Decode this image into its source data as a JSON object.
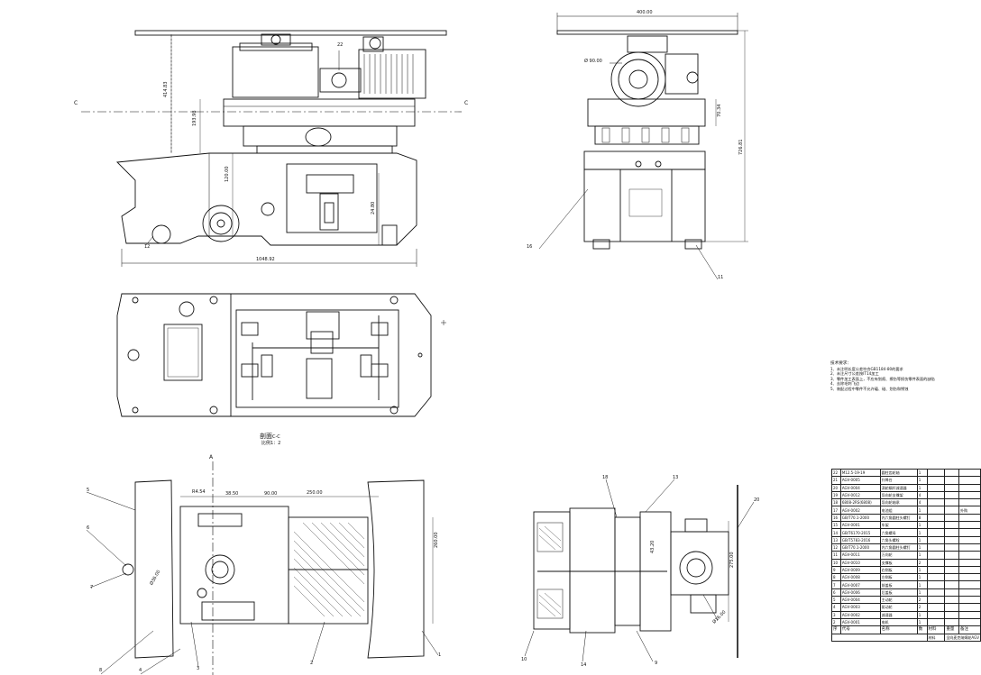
{
  "sheet": {
    "section_cut_label": "C",
    "section_title": "剖面",
    "section_title_suffix": "C-C",
    "section_scale": "比例1：2"
  },
  "dims_front": {
    "overall_length": "1048.92",
    "height_top": "414.83",
    "height_mid": "193.98",
    "height_low": "120.00",
    "offset": "24.80",
    "balloon_a": "22",
    "balloon_b": "12"
  },
  "dims_side": {
    "top_width": "400.00",
    "motor_dia": "Ø 90.00",
    "height_upper": "70.34",
    "height_total": "726.81",
    "balloon_left": "16",
    "balloon_right": "11"
  },
  "dims_bottom": {
    "section_mark": "A",
    "d1": "R4.54",
    "d2": "38.50",
    "d3": "90.00",
    "d4": "250.00",
    "d5": "260.00",
    "d6": "Ø36.00",
    "leaders": [
      "5",
      "6",
      "7",
      "8",
      "4",
      "3",
      "2",
      "1"
    ]
  },
  "dims_detail": {
    "d1": "43.20",
    "d2": "275.00",
    "d3": "Ø16.00",
    "balloons": [
      "18",
      "13",
      "10",
      "14",
      "9",
      "20"
    ]
  },
  "notes": {
    "title": "技术要求：",
    "items": [
      "1、未注明长度公差符合GB1184-80的要求",
      "2、未注尺寸公差按IT14加工",
      "3、零件加工表面上，不应有划痕、擦伤等损伤零件表面的缺陷",
      "4、去除毛刺飞边",
      "5、装配过程中零件不允许磕、碰、划伤和锈蚀"
    ]
  },
  "bom": {
    "rows": [
      [
        "22",
        "M12.5-19-19",
        "圆柱齿轮轴",
        "1",
        ""
      ],
      [
        "21",
        "AGV-0005",
        "升降台",
        "1",
        ""
      ],
      [
        "20",
        "AGV-0004",
        "涡轮蜗杆减速器",
        "1",
        ""
      ],
      [
        "19",
        "AGV-0012",
        "导向轮支撑架",
        "4",
        ""
      ],
      [
        "18",
        "6808-2RS(6808)",
        "导向轮轴承",
        "4",
        ""
      ],
      [
        "17",
        "AGV-0002",
        "电池组",
        "1",
        "外购"
      ],
      [
        "16",
        "GB/T70.1-2000",
        "内六角圆柱头螺钉",
        "8",
        ""
      ],
      [
        "15",
        "AGV-0001",
        "车架",
        "1",
        ""
      ],
      [
        "14",
        "GB/T6170-2015",
        "六角螺母",
        "1",
        ""
      ],
      [
        "13",
        "GB/T5783-2016",
        "六角头螺栓",
        "1",
        ""
      ],
      [
        "12",
        "GB/T70.1-2000",
        "内六角圆柱头螺钉",
        "1",
        ""
      ],
      [
        "11",
        "AGV-0011",
        "万向轮",
        "1",
        ""
      ],
      [
        "10",
        "AGV-0010",
        "支撑板",
        "2",
        ""
      ],
      [
        "9",
        "AGV-0009",
        "右侧板",
        "1",
        ""
      ],
      [
        "8",
        "AGV-0008",
        "左侧板",
        "1",
        ""
      ],
      [
        "7",
        "AGV-0007",
        "前盖板",
        "1",
        ""
      ],
      [
        "6",
        "AGV-0006",
        "后盖板",
        "1",
        ""
      ],
      [
        "5",
        "AGV-0004",
        "主动轮",
        "2",
        ""
      ],
      [
        "4",
        "AGV-0003",
        "驱动轮",
        "2",
        ""
      ],
      [
        "3",
        "AGV-0002",
        "减速器",
        "1",
        ""
      ],
      [
        "2",
        "AGV-0001",
        "电机",
        "1",
        ""
      ]
    ],
    "header": [
      "序",
      "代号",
      "名称",
      "数",
      "材料",
      "重量",
      "备注"
    ],
    "footer_material": "材料",
    "footer_title": "全向麦克纳姆轮AGV"
  }
}
